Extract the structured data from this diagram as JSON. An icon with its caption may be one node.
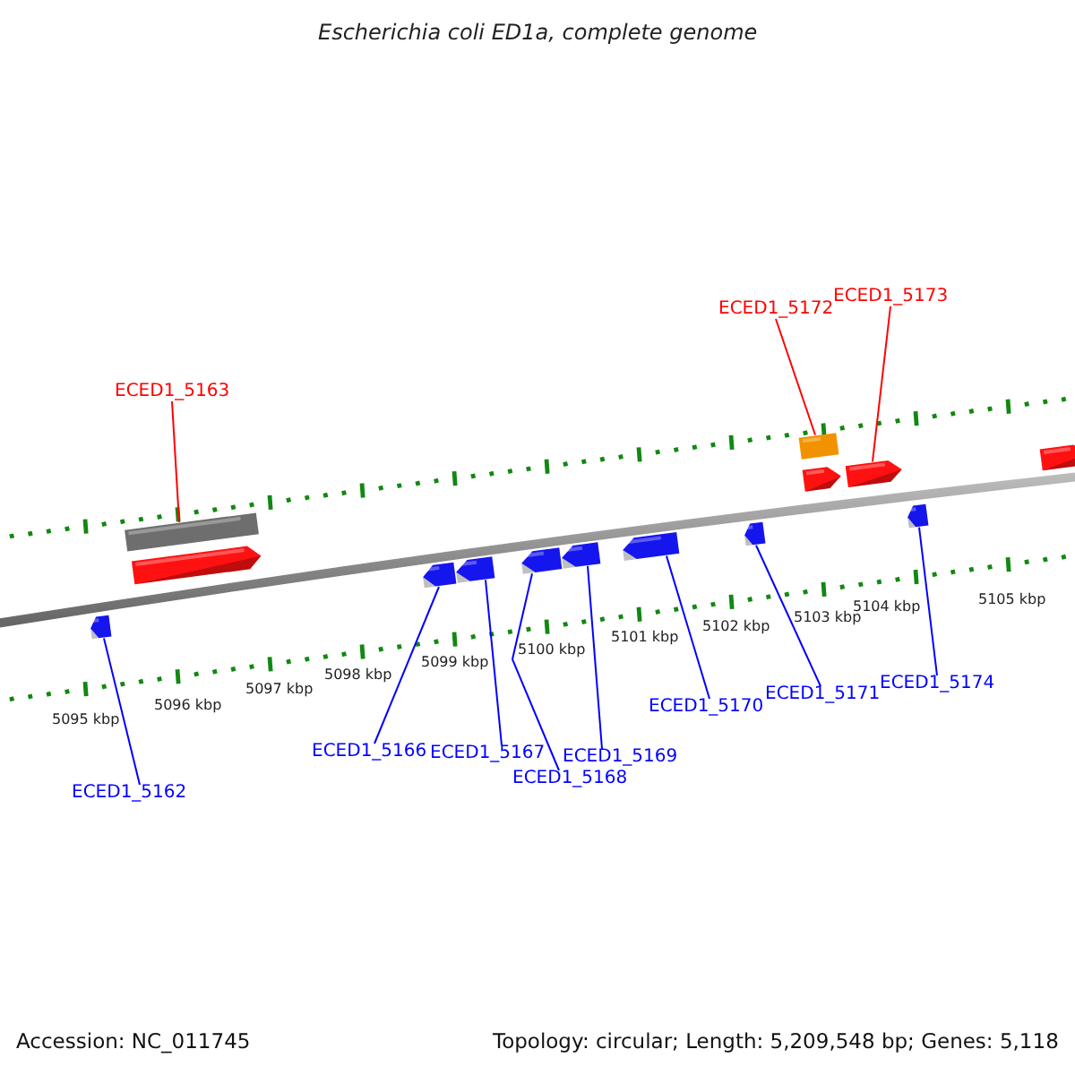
{
  "diagram": {
    "title": "Escherichia coli ED1a, complete genome",
    "nodes": [
      {
        "text": [
          "ECED1_5163"
        ]
      },
      {
        "text": [
          "ECED1_5172"
        ]
      },
      {
        "text": [
          "ECED1_5173"
        ]
      },
      {
        "text": [
          "ECED1_5162"
        ]
      },
      {
        "text": [
          "ECED1_5166"
        ]
      },
      {
        "text": [
          "ECED1_5167"
        ]
      },
      {
        "text": [
          "ECED1_5168"
        ]
      },
      {
        "text": [
          "ECED1_5169"
        ]
      },
      {
        "text": [
          "ECED1_5170"
        ]
      },
      {
        "text": [
          "ECED1_5171"
        ]
      },
      {
        "text": [
          "ECED1_5174"
        ]
      },
      {
        "text": [],
        "shape": "box"
      },
      {
        "text": [],
        "shape": "arrow"
      },
      {
        "text": [],
        "shape": "box"
      },
      {
        "text": [],
        "shape": "arrow"
      },
      {
        "text": [],
        "shape": "arrow"
      },
      {
        "text": [],
        "shape": "arrow"
      },
      {
        "text": [],
        "shape": "arrow"
      },
      {
        "text": [],
        "shape": "arrow"
      },
      {
        "text": [],
        "shape": "arrow"
      },
      {
        "text": [],
        "shape": "arrow"
      },
      {
        "text": [],
        "shape": "arrow"
      },
      {
        "text": [],
        "shape": "arrow"
      },
      {
        "text": [],
        "shape": "arrow"
      },
      {
        "text": [],
        "shape": "arrow"
      }
    ],
    "edges": [
      {
        "from": 0,
        "to": 11,
        "arrow": "none",
        "color": "#ff0000"
      },
      {
        "from": 1,
        "to": 13,
        "arrow": "none",
        "color": "#ff0000"
      },
      {
        "from": 2,
        "to": 15,
        "arrow": "none",
        "color": "#ff0000"
      },
      {
        "from": 3,
        "to": 17,
        "arrow": "none"
      },
      {
        "from": 4,
        "to": 18,
        "arrow": "none"
      },
      {
        "from": 5,
        "to": 19,
        "arrow": "none"
      },
      {
        "from": 6,
        "to": 20,
        "arrow": "none"
      },
      {
        "from": 7,
        "to": 21,
        "arrow": "none"
      },
      {
        "from": 8,
        "to": 22,
        "arrow": "none"
      },
      {
        "from": 9,
        "to": 23,
        "arrow": "none"
      },
      {
        "from": 10,
        "to": 24,
        "arrow": "none"
      }
    ],
    "labels": [
      "5095 kbp",
      "5096 kbp",
      "5097 kbp",
      "5098 kbp",
      "5099 kbp",
      "5100 kbp",
      "5101 kbp",
      "5102 kbp",
      "5103 kbp",
      "5104 kbp",
      "5105 kbp",
      "Accession: NC_011745",
      "Topology: circular; Length: 5,209,548 bp; Genes: 5,118"
    ]
  }
}
